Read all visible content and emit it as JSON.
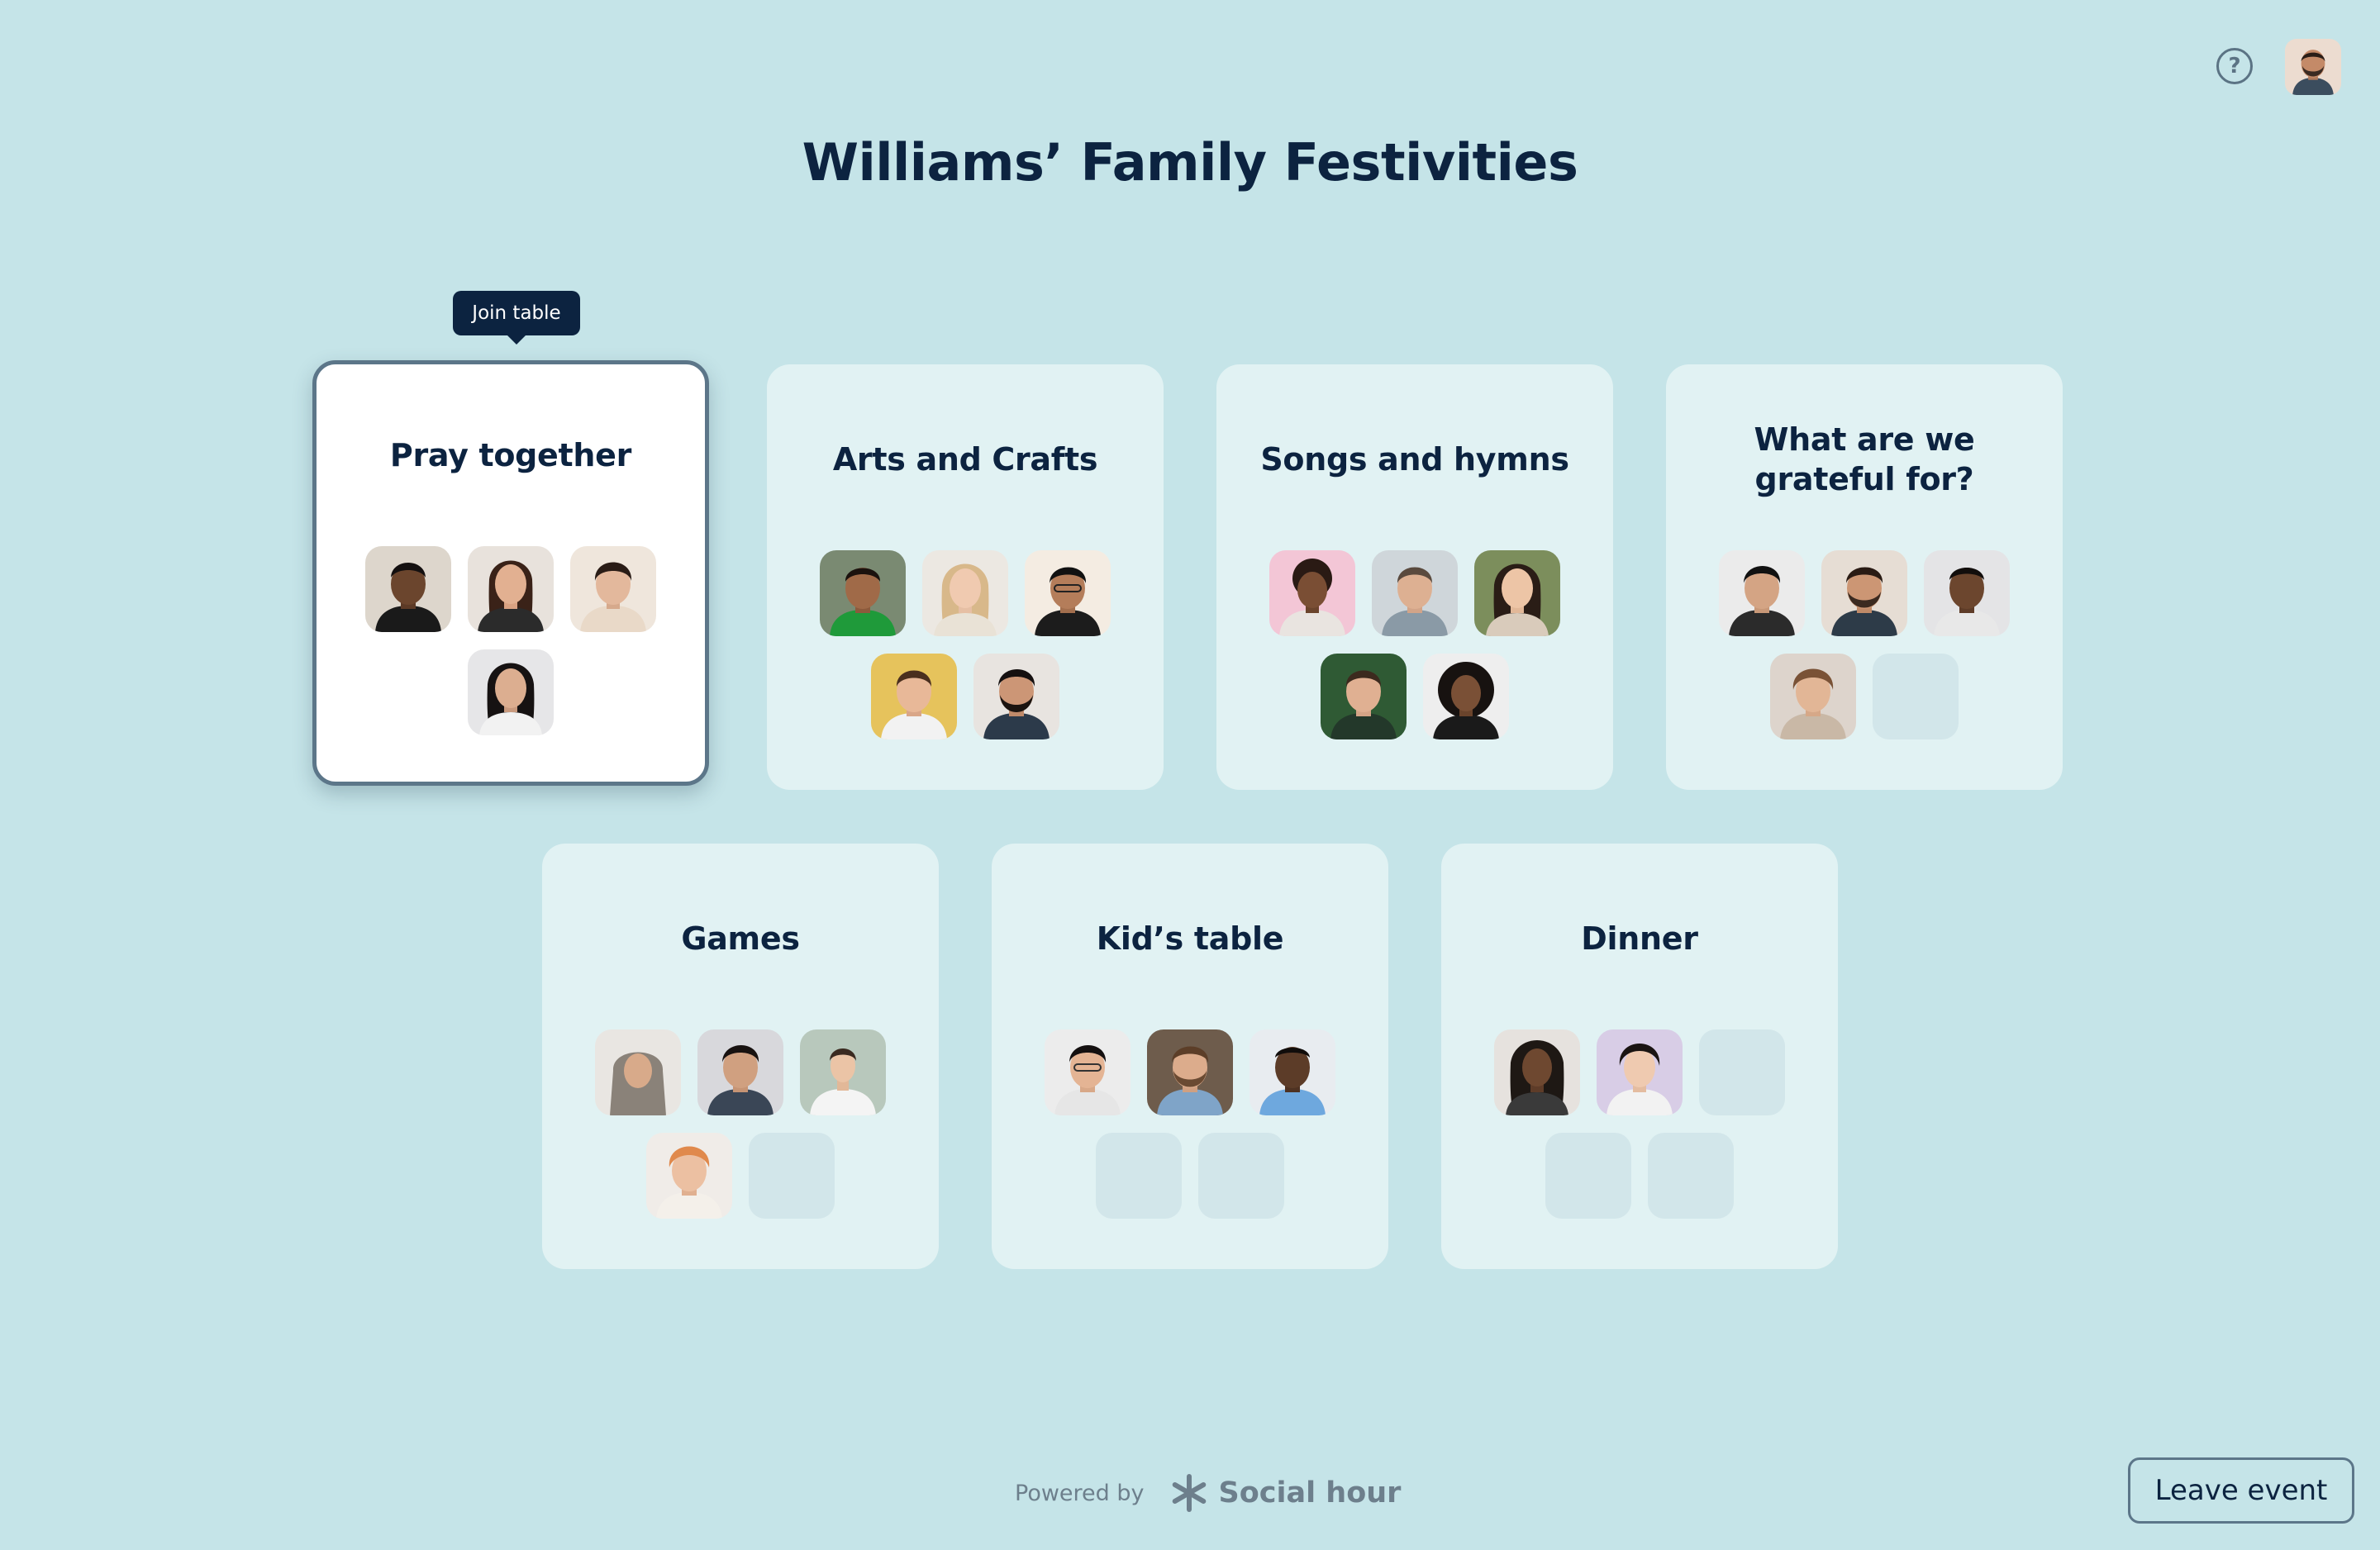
{
  "event": {
    "title": "Williams’ Family Festivities"
  },
  "header": {
    "help_icon": "question-circle-icon",
    "help_glyph": "?"
  },
  "tooltip": {
    "label": "Join table"
  },
  "colors": {
    "background": "#c5e4e8",
    "card": "#e1f2f3",
    "active_card": "#ffffff",
    "active_border": "#5c7689",
    "text": "#0c2340",
    "empty_seat": "#d2e6ea"
  },
  "tables": [
    {
      "name": "Pray together",
      "occupied": 4,
      "empty": 0,
      "active": true
    },
    {
      "name": "Arts and Crafts",
      "occupied": 5,
      "empty": 0
    },
    {
      "name": "Songs and hymns",
      "occupied": 5,
      "empty": 0
    },
    {
      "name": "What are we grateful for?",
      "occupied": 4,
      "empty": 1
    },
    {
      "name": "Games",
      "occupied": 4,
      "empty": 1
    },
    {
      "name": "Kid’s table",
      "occupied": 3,
      "empty": 2
    },
    {
      "name": "Dinner",
      "occupied": 2,
      "empty": 3
    }
  ],
  "footer": {
    "powered_by": "Powered by",
    "brand": "Social hour",
    "brand_icon": "asterisk-icon",
    "leave_label": "Leave event"
  }
}
